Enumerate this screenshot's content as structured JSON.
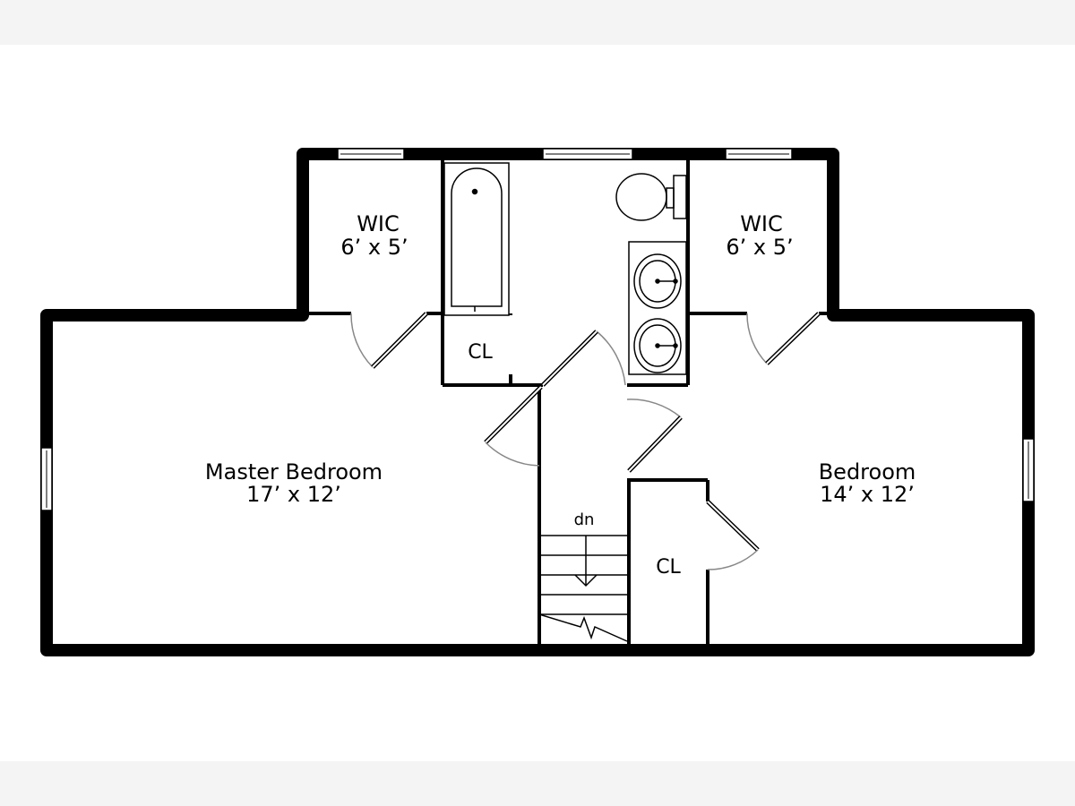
{
  "rooms": {
    "wic_left": {
      "name": "WIC",
      "size": "6’ x 5’"
    },
    "wic_right": {
      "name": "WIC",
      "size": "6’ x 5’"
    },
    "master_bedroom": {
      "name": "Master Bedroom",
      "size": "17’ x 12’"
    },
    "bedroom": {
      "name": "Bedroom",
      "size": "14’ x 12’"
    },
    "closet_hall": {
      "name": "CL"
    },
    "closet_bedroom": {
      "name": "CL"
    }
  },
  "stairs": {
    "label": "dn"
  }
}
